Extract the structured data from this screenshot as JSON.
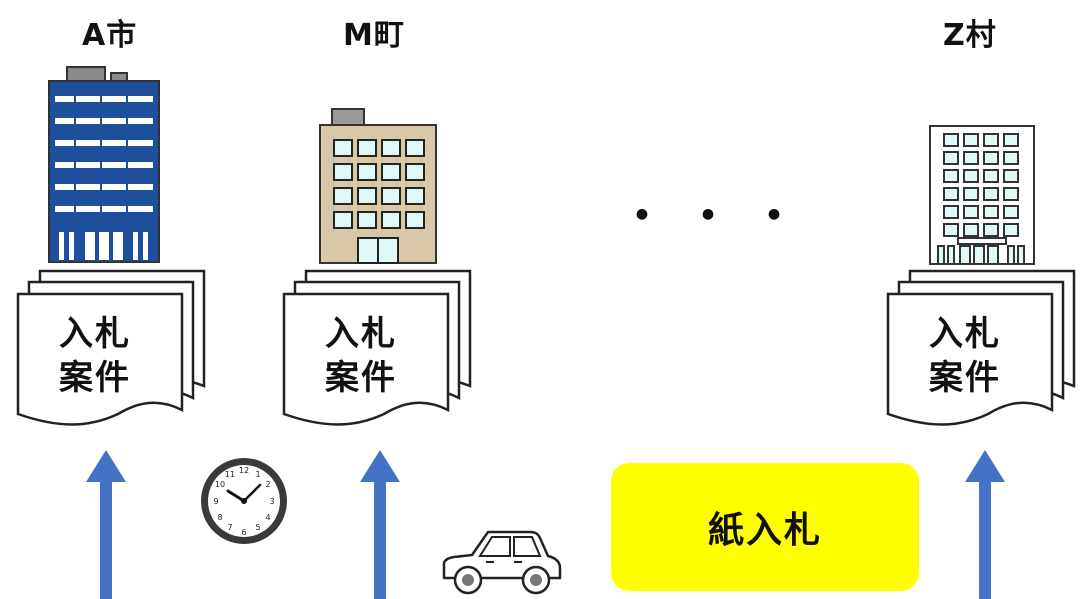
{
  "municipalities": [
    {
      "name": "A市",
      "document_label_line1": "入札",
      "document_label_line2": "案件"
    },
    {
      "name": "M町",
      "document_label_line1": "入札",
      "document_label_line2": "案件"
    },
    {
      "name": "Z村",
      "document_label_line1": "入札",
      "document_label_line2": "案件"
    }
  ],
  "ellipsis": "・・・",
  "paper_bid_label": "紙入札",
  "icons": [
    "clock-icon",
    "car-icon",
    "up-arrow-icon"
  ],
  "colors": {
    "arrow": "#4472c4",
    "highlight": "#ffff00",
    "building_a": "#1e4f9c",
    "building_m": "#d8c8a8"
  }
}
